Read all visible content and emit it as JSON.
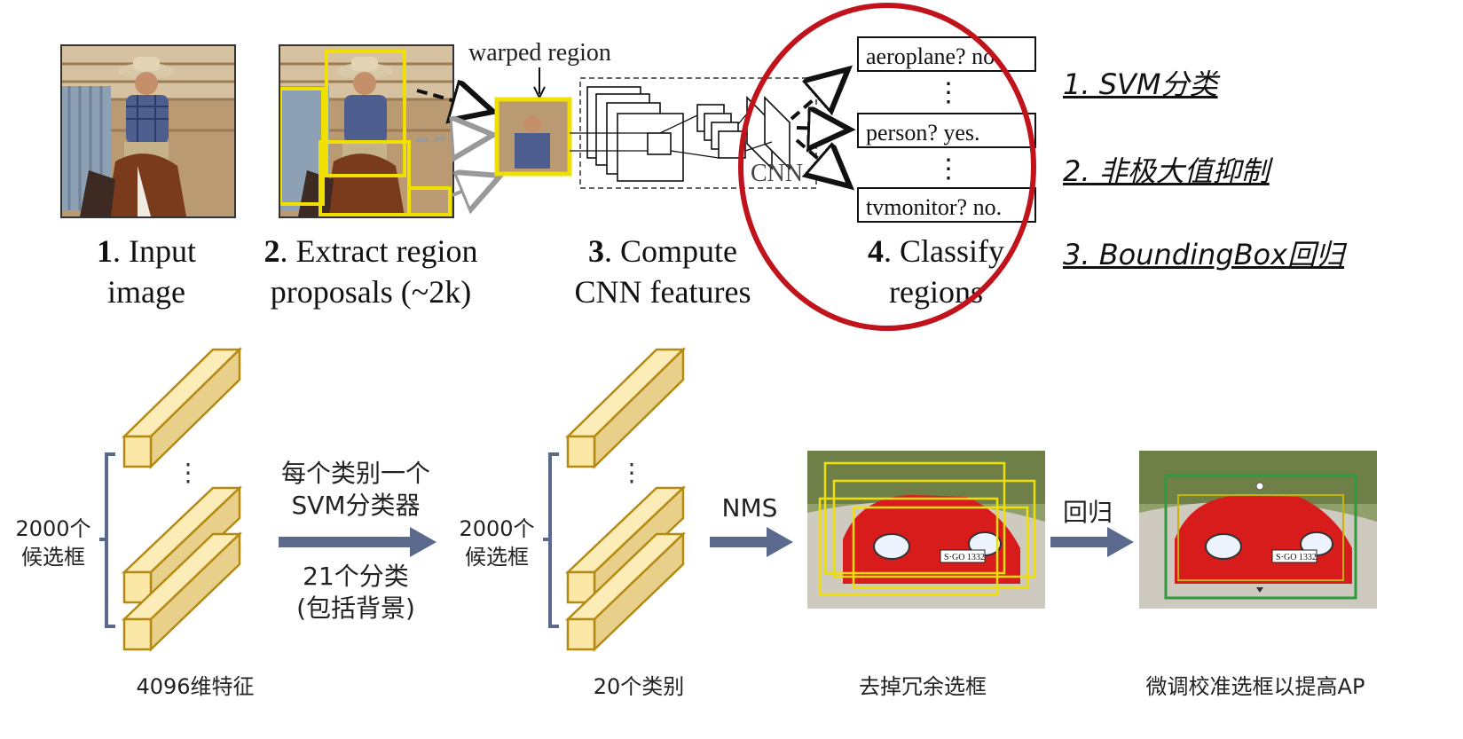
{
  "rcnn": {
    "warped_label": "warped region",
    "cnn_label": "CNN",
    "outputs": [
      "aeroplane? no.",
      "person? yes.",
      "tvmonitor? no."
    ],
    "steps": [
      {
        "num": "1",
        "text1": ". Input",
        "text2": "image"
      },
      {
        "num": "2",
        "text1": ". Extract region",
        "text2": "proposals (~2k)"
      },
      {
        "num": "3",
        "text1": ". Compute",
        "text2": "CNN features"
      },
      {
        "num": "4",
        "text1": ". Classify",
        "text2": "regions"
      }
    ]
  },
  "notes": [
    "1. SVM分类",
    "2. 非极大值抑制",
    "3. BoundingBox回归"
  ],
  "pipeline": {
    "left_count": "2000个",
    "left_box": "候选框",
    "arrow1_top1": "每个类别一个",
    "arrow1_top2": "SVM分类器",
    "arrow1_bot1": "21个分类",
    "arrow1_bot2": "(包括背景)",
    "mid_count": "2000个",
    "mid_box": "候选框",
    "nms": "NMS",
    "regress": "回归",
    "cap_features": "4096维特征",
    "cap_classes": "20个类别",
    "cap_nms": "去掉冗余选框",
    "cap_regress": "微调校准选框以提高AP",
    "dots": "⋮",
    "plate": "S⋅GO 1332"
  },
  "colors": {
    "red_circle": "#c0131b",
    "proposal_yellow": "#f0e000",
    "bar_face": "#fbe7a6",
    "bar_edge": "#b48a14",
    "arrow_blue": "#5b6a8c",
    "bracket": "#5b6a8c",
    "final_box_green": "#2f9a3e"
  }
}
